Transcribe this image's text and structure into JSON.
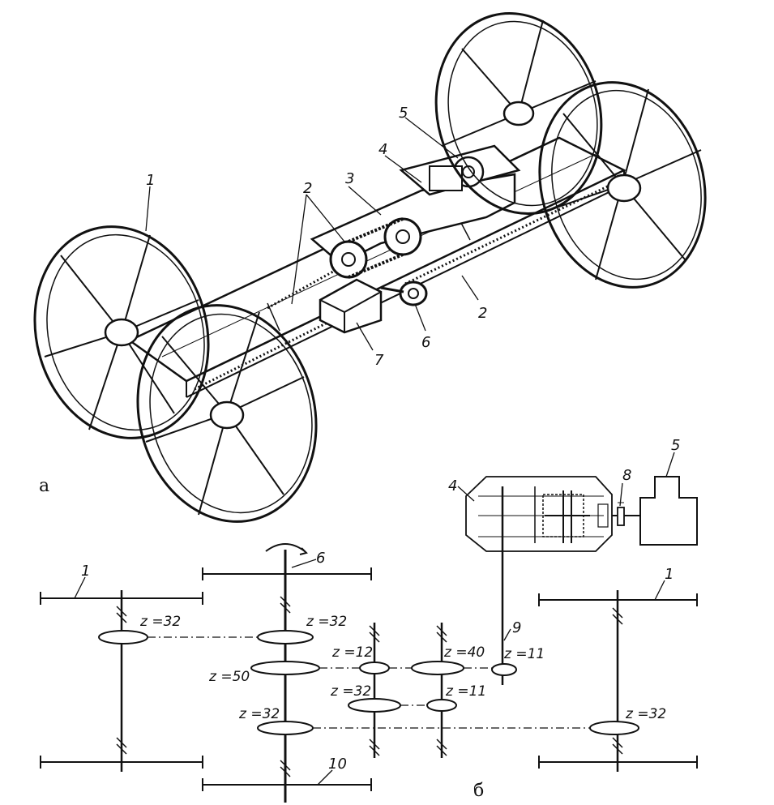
{
  "figure": {
    "part_a_label": "а",
    "part_b_label": "б"
  },
  "perspective_callouts": [
    "1",
    "2",
    "3",
    "4",
    "5",
    "2",
    "6",
    "7",
    "2"
  ],
  "schematic": {
    "component_labels": [
      "4",
      "8",
      "5",
      "6",
      "1",
      "1",
      "9",
      "10"
    ],
    "gear_labels": [
      "z =32",
      "z =32",
      "z =50",
      "z =12",
      "z =40",
      "z =11",
      "z =32",
      "z =11",
      "z =32",
      "z =32"
    ]
  }
}
